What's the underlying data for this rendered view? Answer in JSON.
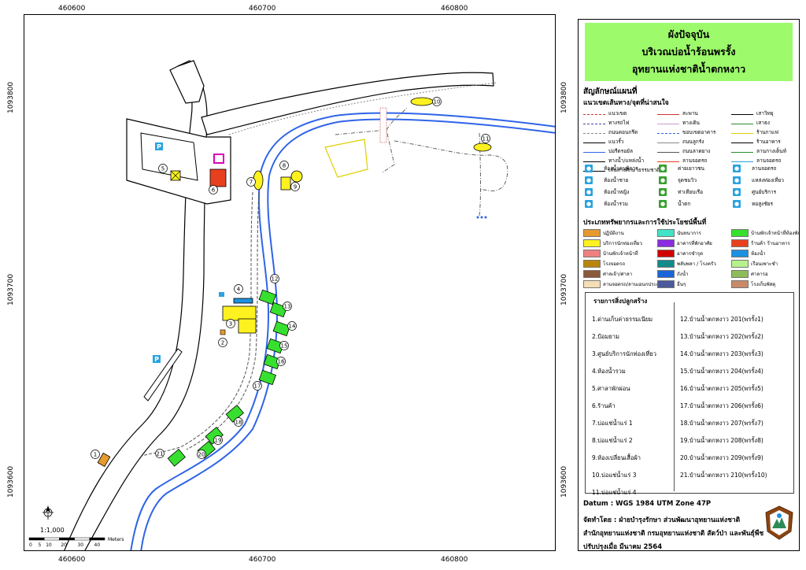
{
  "map": {
    "coords_top": [
      "460600",
      "460700",
      "460800"
    ],
    "coords_bottom": [
      "460600",
      "460700",
      "460800"
    ],
    "coords_left": [
      "1093800",
      "1093700",
      "1093600"
    ],
    "coords_right": [
      "1093800",
      "1093700",
      "1093600"
    ],
    "scale_text": "1:1,000",
    "scale_ticks": [
      "0",
      "5",
      "10",
      "20",
      "30",
      "40"
    ],
    "scale_unit": "Meters",
    "parking_symbol": "P",
    "site_numbers": [
      "1",
      "2",
      "3",
      "4",
      "5",
      "6",
      "7",
      "8",
      "9",
      "10",
      "11",
      "12",
      "13",
      "14",
      "15",
      "16",
      "17",
      "18",
      "19",
      "20",
      "21"
    ]
  },
  "title": {
    "line1": "ผังปัจจุบัน",
    "line2": "บริเวณบ่อน้ำร้อนพรรั้ง",
    "line3": "อุทยานแห่งชาติน้ำตกหงาว"
  },
  "legend": {
    "heading": "สัญลักษณ์แผนที่",
    "lines_heading": "แนวเขตเส้นทาง/จุดที่น่าสนใจ",
    "line_items": [
      "แนวเขต",
      "สะพาน",
      "เสาวิทยุ",
      "ทางรถไฟ",
      "ทางเดิน",
      "เสาธง",
      "ถนนคอนกรีต",
      "ขอบเขตอาคาร",
      "ร้านกาแฟ",
      "แนวรั้ว",
      "ถนนลูกรัง",
      "ร้านอาหาร",
      "บ่อรีดรอยัล",
      "ถนนลาดยาง",
      "ลานกางเต็นท์",
      "ทางน้ำ/แหล่งน้ำ",
      "ลานจอดรถ",
      "ลานจอดรถ",
      "เส้นทางศึกษาธรรมชาติ"
    ],
    "icon_items": [
      "ห้องน้ำคนพิการ",
      "ค่ายเยาวชน",
      "ลานจอดรถ",
      "ห้องน้ำชาย",
      "จุดชมวิว",
      "แหล่งท่องเที่ยว",
      "ห้องน้ำหญิง",
      "ท่าเทียบเรือ",
      "ศูนย์บริการ",
      "ห้องน้ำรวม",
      "น้ำตก",
      "หอสูงชัยร"
    ],
    "landuse_heading": "ประเภททรัพยากรและการใช้ประโยชน์พื้นที่",
    "landuse_items": [
      {
        "label": "ปฏิบัติงาน",
        "color": "#e69a2e"
      },
      {
        "label": "นันทนาการ",
        "color": "#41e2c6"
      },
      {
        "label": "บ้านพักเจ้าหน้าที่ห้องพักแรม",
        "color": "#37e02e"
      },
      {
        "label": "บริการนักท่องเที่ยว",
        "color": "#fdf21f"
      },
      {
        "label": "อาคารที่พักอาศัย",
        "color": "#8a2be2"
      },
      {
        "label": "ร้านค้า ร้านอาหาร",
        "color": "#e8401e"
      },
      {
        "label": "บ้านพักเจ้าหน้าที่",
        "color": "#f08080"
      },
      {
        "label": "อาคารชำรุด",
        "color": "#d10000"
      },
      {
        "label": "ห้องน้ำ",
        "color": "#1e90e0"
      },
      {
        "label": "โรงจอดรถ",
        "color": "#b8860b"
      },
      {
        "label": "พลับพลา / โรงครัว",
        "color": "#148b8b"
      },
      {
        "label": "เรือนเพาะชำ",
        "color": "#b6f28c"
      },
      {
        "label": "ศาลเจ้า/ศาลา",
        "color": "#8b5a3c"
      },
      {
        "label": "ถังน้ำ",
        "color": "#1a66d9"
      },
      {
        "label": "ศาลารอ",
        "color": "#8fbc5a"
      },
      {
        "label": "ลานจอดรถ/ลานเอนกประสงค์",
        "color": "#f5deb3"
      },
      {
        "label": "อื่นๆ",
        "color": "#4a5a9a"
      },
      {
        "label": "โรงเก็บพัสดุ",
        "color": "#c88a6a"
      }
    ]
  },
  "locations": {
    "title": "รายการสิ่งปลูกสร้าง",
    "left": [
      "1.ด่านเก็บค่าธรรมเนียม",
      "2.ป้อมยาม",
      "3.ศูนย์บริการนักท่องเที่ยว",
      "4.ห้องน้ำรวม",
      "5.ศาลาพักผ่อน",
      "6.ร้านค้า",
      "7.บ่อแช่น้ำแร่ 1",
      "8.บ่อแช่น้ำแร่ 2",
      "9.ห้องเปลี่ยนเสื้อผ้า",
      "10.บ่อแช่น้ำแร่ 3",
      "11.บ่อแช่น้ำแร่ 4"
    ],
    "right": [
      "12.บ้านน้ำตกหงาว 201(พรรั้ง1)",
      "13.บ้านน้ำตกหงาว 202(พรรั้ง2)",
      "14.บ้านน้ำตกหงาว 203(พรรั้ง3)",
      "15.บ้านน้ำตกหงาว 204(พรรั้ง4)",
      "16.บ้านน้ำตกหงาว 205(พรรั้ง5)",
      "17.บ้านน้ำตกหงาว 206(พรรั้ง6)",
      "18.บ้านน้ำตกหงาว 207(พรรั้ง7)",
      "19.บ้านน้ำตกหงาว 208(พรรั้ง8)",
      "20.บ้านน้ำตกหงาว 209(พรรั้ง9)",
      "21.บ้านน้ำตกหงาว 210(พรรั้ง10)"
    ]
  },
  "footer": {
    "datum": "Datum  : WGS 1984 UTM Zone 47P",
    "made_by": "จัดทำโดย  : ฝ่ายบำรุงรักษา ส่วนพัฒนาอุทยานแห่งชาติ",
    "office": "สำนักอุทยานแห่งชาติ  กรมอุทยานแห่งชาติ สัตว์ป่า และพันธุ์พืช",
    "updated": "ปรับปรุงเมื่อ มีนาคม 2564"
  },
  "colors": {
    "title_bg": "#9dfa6b",
    "river": "#2f64e8",
    "building_yellow": "#fdf21f",
    "house_green": "#37e02e",
    "shop_orange": "#e8401e",
    "info_blue": "#29a3e0"
  }
}
